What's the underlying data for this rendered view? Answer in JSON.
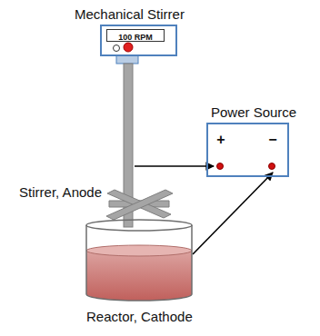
{
  "diagram": {
    "nodes": [
      {
        "text": [
          "Mechanical Stirrer"
        ]
      },
      {
        "text": [
          "100 RPM"
        ],
        "in": 0
      },
      {
        "text": [
          "Power Source"
        ]
      },
      {
        "text": [
          "+"
        ],
        "in": 2
      },
      {
        "text": [
          "−"
        ],
        "in": 2
      },
      {
        "text": [
          "Stirrer, Anode"
        ]
      },
      {
        "text": [
          "Reactor, Cathode"
        ]
      }
    ],
    "edges": [
      {
        "from": 5,
        "to": 3,
        "arrow": "to"
      },
      {
        "from": 6,
        "to": 4,
        "arrow": "to"
      }
    ]
  }
}
